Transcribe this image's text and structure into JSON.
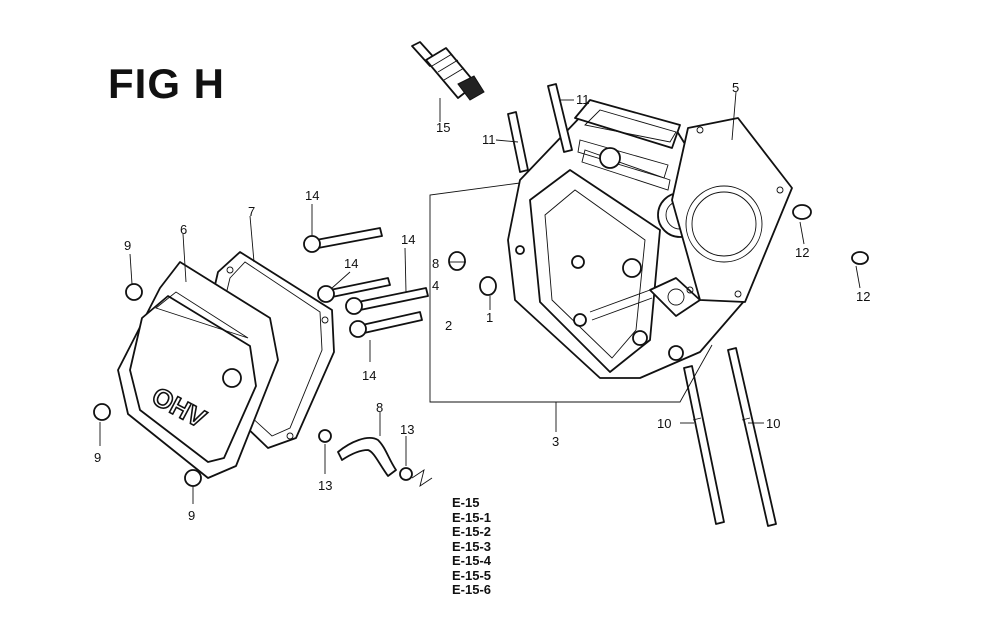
{
  "figure": {
    "title": "FIG H",
    "emblem_text": "OHV"
  },
  "callouts": [
    {
      "key": "c1",
      "text": "1"
    },
    {
      "key": "c2",
      "text": "2"
    },
    {
      "key": "c3",
      "text": "3"
    },
    {
      "key": "c4",
      "text": "4"
    },
    {
      "key": "c5",
      "text": "5"
    },
    {
      "key": "c6",
      "text": "6"
    },
    {
      "key": "c7",
      "text": "7"
    },
    {
      "key": "c8a",
      "text": "8"
    },
    {
      "key": "c8b",
      "text": "8"
    },
    {
      "key": "c9a",
      "text": "9"
    },
    {
      "key": "c9b",
      "text": "9"
    },
    {
      "key": "c9c",
      "text": "9"
    },
    {
      "key": "c10a",
      "text": "10"
    },
    {
      "key": "c10b",
      "text": "10"
    },
    {
      "key": "c11a",
      "text": "11"
    },
    {
      "key": "c11b",
      "text": "11"
    },
    {
      "key": "c12a",
      "text": "12"
    },
    {
      "key": "c12b",
      "text": "12"
    },
    {
      "key": "c13a",
      "text": "13"
    },
    {
      "key": "c13b",
      "text": "13"
    },
    {
      "key": "c14a",
      "text": "14"
    },
    {
      "key": "c14b",
      "text": "14"
    },
    {
      "key": "c14c",
      "text": "14"
    },
    {
      "key": "c14d",
      "text": "14"
    },
    {
      "key": "c15",
      "text": "15"
    }
  ],
  "reference_codes": [
    "E-15",
    "E-15-1",
    "E-15-2",
    "E-15-3",
    "E-15-4",
    "E-15-5",
    "E-15-6"
  ]
}
